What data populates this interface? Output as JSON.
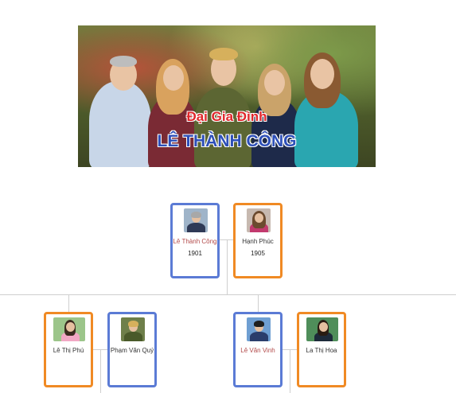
{
  "banner": {
    "title_line1": "Đại Gia Đình",
    "title_line2": "LÊ THÀNH CÔNG"
  },
  "tree": {
    "root_couple": [
      {
        "name": "Lê Thành Công",
        "year": "1901",
        "gender": "male",
        "highlight": true
      },
      {
        "name": "Hạnh Phúc",
        "year": "1905",
        "gender": "female",
        "highlight": false
      }
    ],
    "children": [
      {
        "name": "Lê Thị Phú",
        "gender": "female",
        "highlight": false
      },
      {
        "name": "Phạm Văn Quý",
        "gender": "male",
        "highlight": false
      },
      {
        "name": "Lê Văn Vinh",
        "gender": "male",
        "highlight": true
      },
      {
        "name": "La Thị Hoa",
        "gender": "female",
        "highlight": false
      }
    ]
  },
  "colors": {
    "male_border": "#5b7bd5",
    "female_border": "#f08a24",
    "connector": "#cfcfcf",
    "title_red": "#e0262b",
    "title_blue": "#2d4fb8"
  }
}
